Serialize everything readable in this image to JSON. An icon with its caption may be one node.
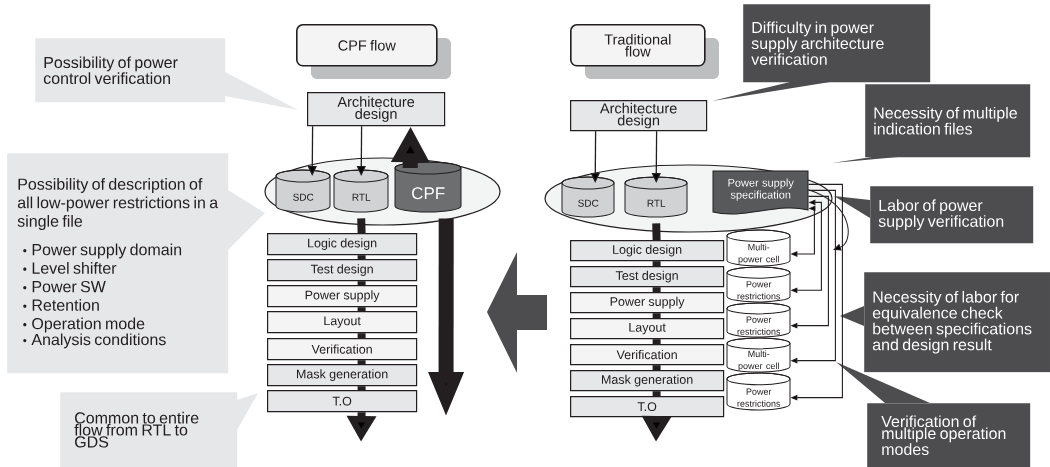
{
  "diagram": {
    "nodes": [
      {
        "text": [
          "Possibility of power control verification"
        ]
      },
      {
        "text": [
          "CPF flow"
        ]
      },
      {
        "text": [
          "Architecture design"
        ]
      },
      {
        "text": [],
        "shape": "ellipse"
      },
      {
        "text": [
          "SDC"
        ],
        "in": 3
      },
      {
        "text": [
          "RTL"
        ],
        "in": 3
      },
      {
        "text": [
          "CPF"
        ],
        "in": 3
      },
      {
        "text": [
          "Possibility of description of all low-power restrictions in a single file",
          "Power supply domain",
          "Level shifter",
          "Power SW",
          "Retention",
          "Operation mode",
          "Analysis conditions"
        ]
      },
      {
        "text": [
          "Logic design"
        ]
      },
      {
        "text": [
          "Test design"
        ]
      },
      {
        "text": [
          "Power supply"
        ]
      },
      {
        "text": [
          "Layout"
        ]
      },
      {
        "text": [
          "Verification"
        ]
      },
      {
        "text": [
          "Mask generation"
        ]
      },
      {
        "text": [
          "T.O"
        ]
      },
      {
        "text": [
          "Common to entire flow from RTL to GDS"
        ]
      },
      {
        "text": [
          "Traditional flow"
        ]
      },
      {
        "text": [
          "Difficulty in power supply architecture verification"
        ]
      },
      {
        "text": [
          "Architecture design"
        ]
      },
      {
        "text": [
          "Necessity of multiple indication files"
        ]
      },
      {
        "text": [],
        "shape": "ellipse"
      },
      {
        "text": [
          "SDC"
        ],
        "in": 20
      },
      {
        "text": [
          "RTL"
        ],
        "in": 20
      },
      {
        "text": [
          "Power supply specification"
        ],
        "in": 20
      },
      {
        "text": [
          "Labor of power supply verification"
        ]
      },
      {
        "text": [
          "Logic design"
        ]
      },
      {
        "text": [
          "Test design"
        ]
      },
      {
        "text": [
          "Power supply"
        ]
      },
      {
        "text": [
          "Layout"
        ]
      },
      {
        "text": [
          "Verification"
        ]
      },
      {
        "text": [
          "Mask generation"
        ]
      },
      {
        "text": [
          "T.O"
        ]
      },
      {
        "text": [
          "Multi-power cell"
        ]
      },
      {
        "text": [
          "Power restrictions"
        ]
      },
      {
        "text": [
          "Power restrictions"
        ]
      },
      {
        "text": [
          "Multi-power cell"
        ]
      },
      {
        "text": [
          "Power restrictions"
        ]
      },
      {
        "text": [
          "Necessity of labor for equivalence check between specifications and design result"
        ]
      },
      {
        "text": [
          "Verification of multiple operation modes"
        ]
      }
    ],
    "edges": [
      {
        "from": 2,
        "to": 4,
        "arrow": "to"
      },
      {
        "from": 2,
        "to": 5,
        "arrow": "to"
      },
      {
        "from": 6,
        "to": 2,
        "arrow": "to",
        "style": "thick"
      },
      {
        "from": 6,
        "to": null,
        "arrow": "to",
        "style": "thick"
      },
      {
        "from": 5,
        "to": 8,
        "arrow": "none"
      },
      {
        "from": 8,
        "to": 9,
        "arrow": "none"
      },
      {
        "from": 9,
        "to": 10,
        "arrow": "none"
      },
      {
        "from": 10,
        "to": 11,
        "arrow": "none"
      },
      {
        "from": 11,
        "to": 12,
        "arrow": "none"
      },
      {
        "from": 12,
        "to": 13,
        "arrow": "none"
      },
      {
        "from": 13,
        "to": 14,
        "arrow": "none"
      },
      {
        "from": 14,
        "to": null,
        "arrow": "to"
      },
      {
        "from": 18,
        "to": 21,
        "arrow": "to"
      },
      {
        "from": 18,
        "to": 22,
        "arrow": "to"
      },
      {
        "from": 22,
        "to": 25,
        "arrow": "none"
      },
      {
        "from": 25,
        "to": 26,
        "arrow": "none"
      },
      {
        "from": 26,
        "to": 27,
        "arrow": "none"
      },
      {
        "from": 27,
        "to": 28,
        "arrow": "none"
      },
      {
        "from": 28,
        "to": 29,
        "arrow": "none"
      },
      {
        "from": 29,
        "to": 30,
        "arrow": "none"
      },
      {
        "from": 30,
        "to": 31,
        "arrow": "none"
      },
      {
        "from": 31,
        "to": null,
        "arrow": "to"
      },
      {
        "from": 23,
        "to": 32,
        "arrow": "both"
      },
      {
        "from": 23,
        "to": 33,
        "arrow": "both"
      },
      {
        "from": 23,
        "to": 34,
        "arrow": "to"
      },
      {
        "from": 23,
        "to": 35,
        "arrow": "to"
      },
      {
        "from": 23,
        "to": 36,
        "arrow": "to"
      },
      {
        "from": 23,
        "to": null,
        "arrow": "to"
      }
    ]
  }
}
